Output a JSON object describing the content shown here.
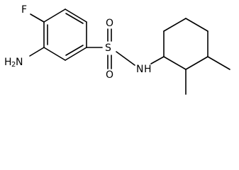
{
  "molecule": {
    "atoms": {
      "fluorine": "F",
      "amino_nitrogen": "H",
      "amino_subscript": "2",
      "amino_suffix": "N",
      "sulfur": "S",
      "oxygen_top": "O",
      "oxygen_bottom": "O",
      "amide_nitrogen": "N",
      "amide_hydrogen": "H"
    }
  }
}
